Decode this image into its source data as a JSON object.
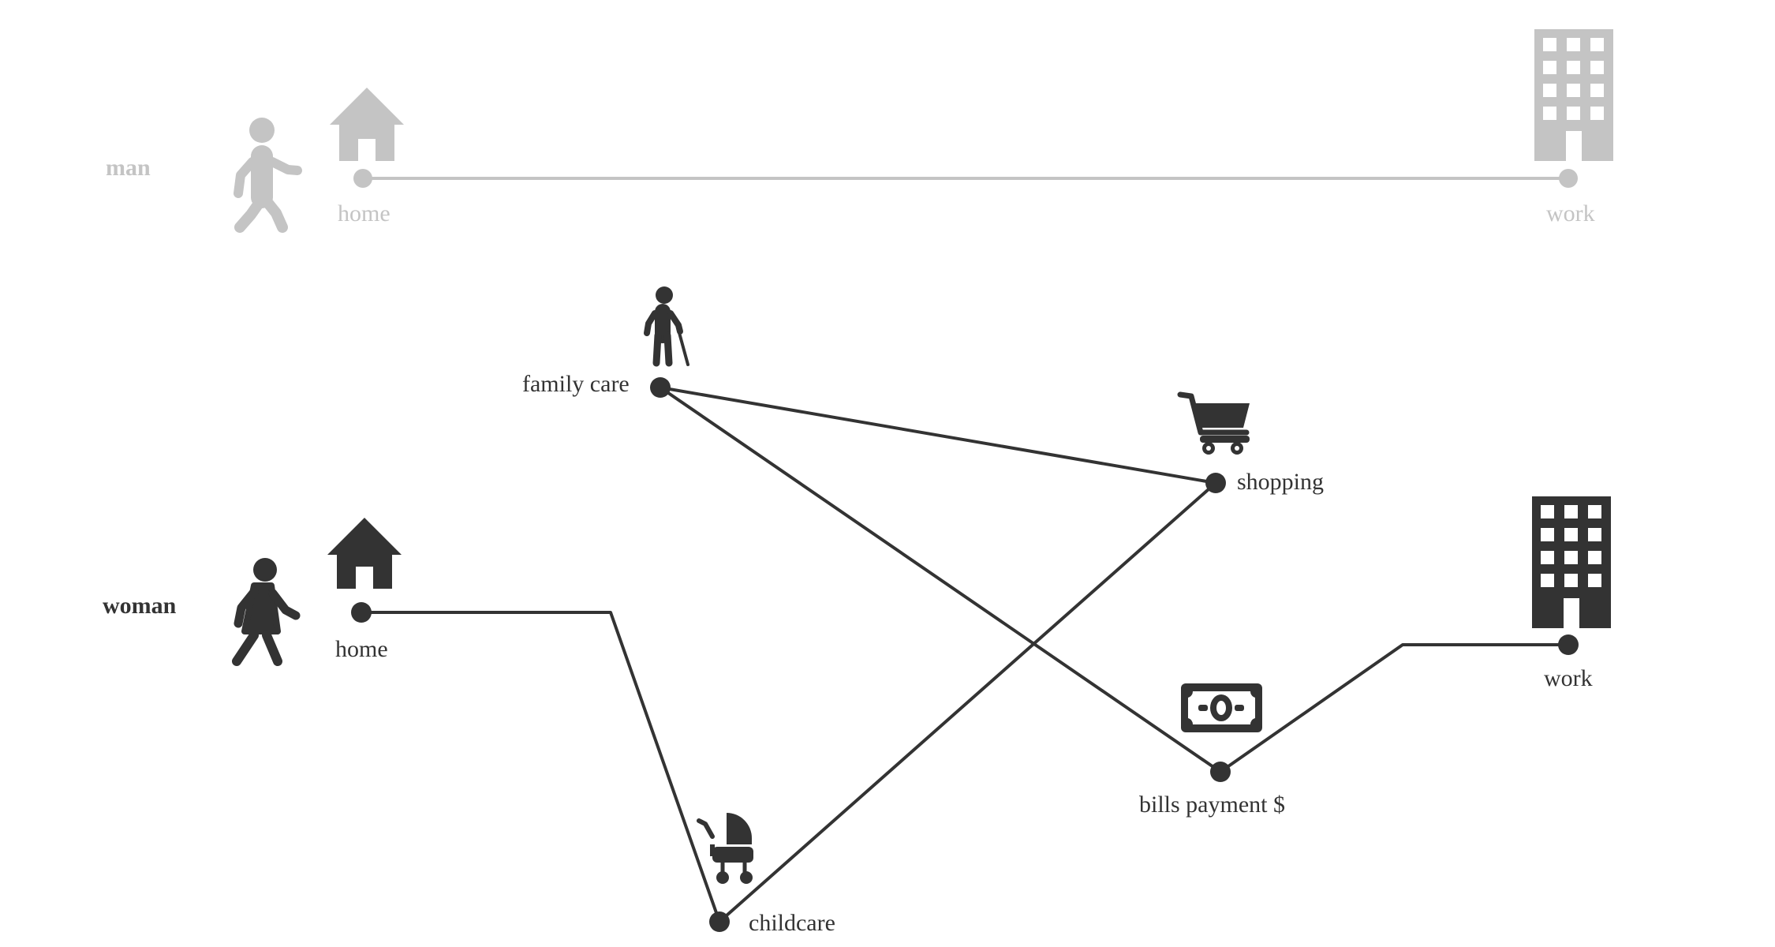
{
  "colors": {
    "man": "#c4c4c4",
    "woman": "#333333",
    "background": "#ffffff"
  },
  "man": {
    "label": "man",
    "person_icon": "man-walking-icon",
    "stops": [
      {
        "id": "home",
        "label": "home",
        "icon": "house-icon"
      },
      {
        "id": "work",
        "label": "work",
        "icon": "office-building-icon"
      }
    ]
  },
  "woman": {
    "label": "woman",
    "person_icon": "woman-walking-icon",
    "stops": [
      {
        "id": "home",
        "label": "home",
        "icon": "house-icon"
      },
      {
        "id": "childcare",
        "label": "childcare",
        "icon": "baby-stroller-icon"
      },
      {
        "id": "shopping",
        "label": "shopping",
        "icon": "shopping-cart-icon"
      },
      {
        "id": "family_care",
        "label": "family care",
        "icon": "elderly-person-icon"
      },
      {
        "id": "bills_payment",
        "label": "bills payment $",
        "icon": "banknote-icon"
      },
      {
        "id": "work",
        "label": "work",
        "icon": "office-building-icon"
      }
    ]
  }
}
